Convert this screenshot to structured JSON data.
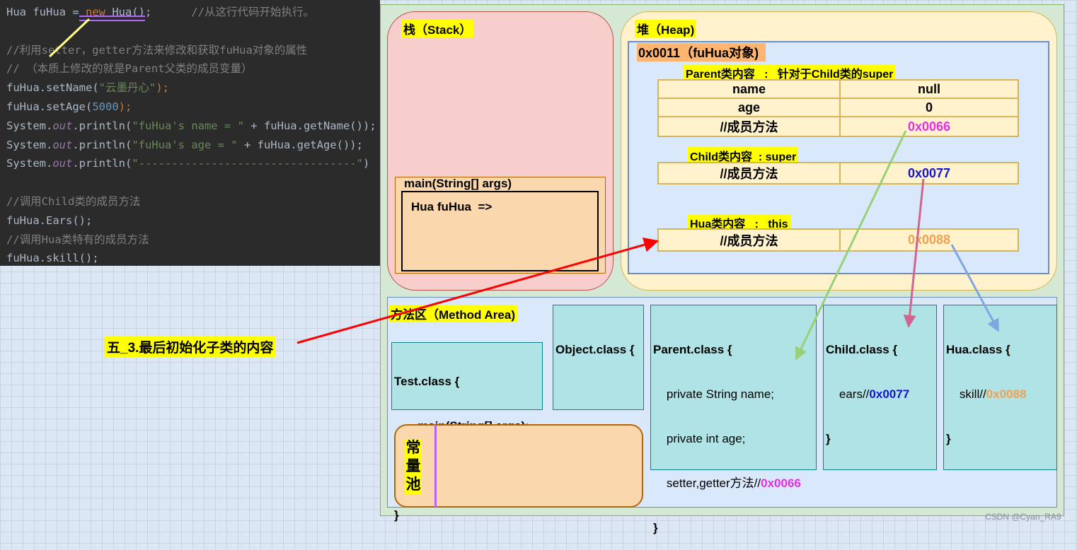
{
  "code": {
    "lines": [
      [
        {
          "t": "Hua fuHua = ",
          "c": ""
        },
        {
          "t": "new ",
          "c": "c-kw"
        },
        {
          "t": "Hua();",
          "c": ""
        },
        {
          "t": "      //从这行代码开始执行。",
          "c": "c-cm"
        }
      ],
      [
        {
          "t": " ",
          "c": ""
        }
      ],
      [
        {
          "t": "//利用setter，getter方法来修改和获取fuHua对象的属性",
          "c": "c-cm"
        }
      ],
      [
        {
          "t": "// （本质上修改的就是Parent父类的成员变量）",
          "c": "c-cm"
        }
      ],
      [
        {
          "t": "fuHua.setName(",
          "c": ""
        },
        {
          "t": "\"云墨丹心\"",
          "c": "c-st"
        },
        {
          "t": ");",
          "c": "c-kw"
        }
      ],
      [
        {
          "t": "fuHua.setAge(",
          "c": ""
        },
        {
          "t": "5000",
          "c": "c-nm"
        },
        {
          "t": ");",
          "c": "c-kw"
        }
      ],
      [
        {
          "t": "System.",
          "c": ""
        },
        {
          "t": "out",
          "c": "c-fd"
        },
        {
          "t": ".println(",
          "c": ""
        },
        {
          "t": "\"fuHua's name = \"",
          "c": "c-st"
        },
        {
          "t": " + fuHua.getName());",
          "c": ""
        }
      ],
      [
        {
          "t": "System.",
          "c": ""
        },
        {
          "t": "out",
          "c": "c-fd"
        },
        {
          "t": ".println(",
          "c": ""
        },
        {
          "t": "\"fuHua's age = \"",
          "c": "c-st"
        },
        {
          "t": " + fuHua.getAge());",
          "c": ""
        }
      ],
      [
        {
          "t": "System.",
          "c": ""
        },
        {
          "t": "out",
          "c": "c-fd"
        },
        {
          "t": ".println(",
          "c": ""
        },
        {
          "t": "\"---------------------------------\"",
          "c": "c-st"
        },
        {
          "t": ")",
          "c": ""
        }
      ],
      [
        {
          "t": " ",
          "c": ""
        }
      ],
      [
        {
          "t": "//调用Child类的成员方法",
          "c": "c-cm"
        }
      ],
      [
        {
          "t": "fuHua.Ears();",
          "c": ""
        }
      ],
      [
        {
          "t": "//调用Hua类特有的成员方法",
          "c": "c-cm"
        }
      ],
      [
        {
          "t": "fuHua.skill();",
          "c": ""
        }
      ]
    ]
  },
  "stack": {
    "title": "栈（Stack）",
    "frame_title": "main(String[] args)",
    "var": "Hua fuHua  =>"
  },
  "heap": {
    "title": "堆（Heap)",
    "object_title": "0x0011（fuHua对象)",
    "parent_header": "Parent类内容   :   针对于Child类的super",
    "parent_rows": [
      {
        "k": "name",
        "v": "null",
        "color": "#000000"
      },
      {
        "k": "age",
        "v": "0",
        "color": "#000000"
      },
      {
        "k": "//成员方法",
        "v": "0x0066",
        "color": "#e52de5"
      }
    ],
    "child_header": "Child类内容  : super",
    "child_rows": [
      {
        "k": "//成员方法",
        "v": "0x0077",
        "color": "#1414cc"
      }
    ],
    "hua_header": "Hua类内容   :   this",
    "hua_rows": [
      {
        "k": "//成员方法",
        "v": "0x0088",
        "color": "#f0a050"
      }
    ]
  },
  "method_area": {
    "title": "方法区（Method Area)",
    "test_class": {
      "head": "Test.class {",
      "body": "       main(String[] args);",
      "end": "}"
    },
    "object_class": {
      "head": "Object.class {",
      "end": "}"
    },
    "parent_class": {
      "head": "Parent.class {",
      "l1": "    private String name;",
      "l2": "    private int age;",
      "l3": "    setter,getter方法//",
      "addr": "0x0066",
      "end": "}"
    },
    "child_class": {
      "head": "Child.class {",
      "l1": "    ears//",
      "addr": "0x0077",
      "end": "}"
    },
    "hua_class": {
      "head": "Hua.class {",
      "l1": "    skill//",
      "addr": "0x0088",
      "end": "}"
    },
    "constant_pool": "常\n量\n池"
  },
  "annotation": "五_3.最后初始化子类的内容",
  "watermark": "CSDN @Cyan_RA9",
  "colors": {
    "addr_parent": "#e52de5",
    "addr_child": "#1414cc",
    "addr_hua": "#f0a050",
    "arrow_red": "#ff0000",
    "arrow_green": "#97d077",
    "arrow_pink": "#d0668f",
    "arrow_blue": "#7ea6e0",
    "arrow_yellow": "#ffff88",
    "underline_purple": "#b266ff"
  }
}
